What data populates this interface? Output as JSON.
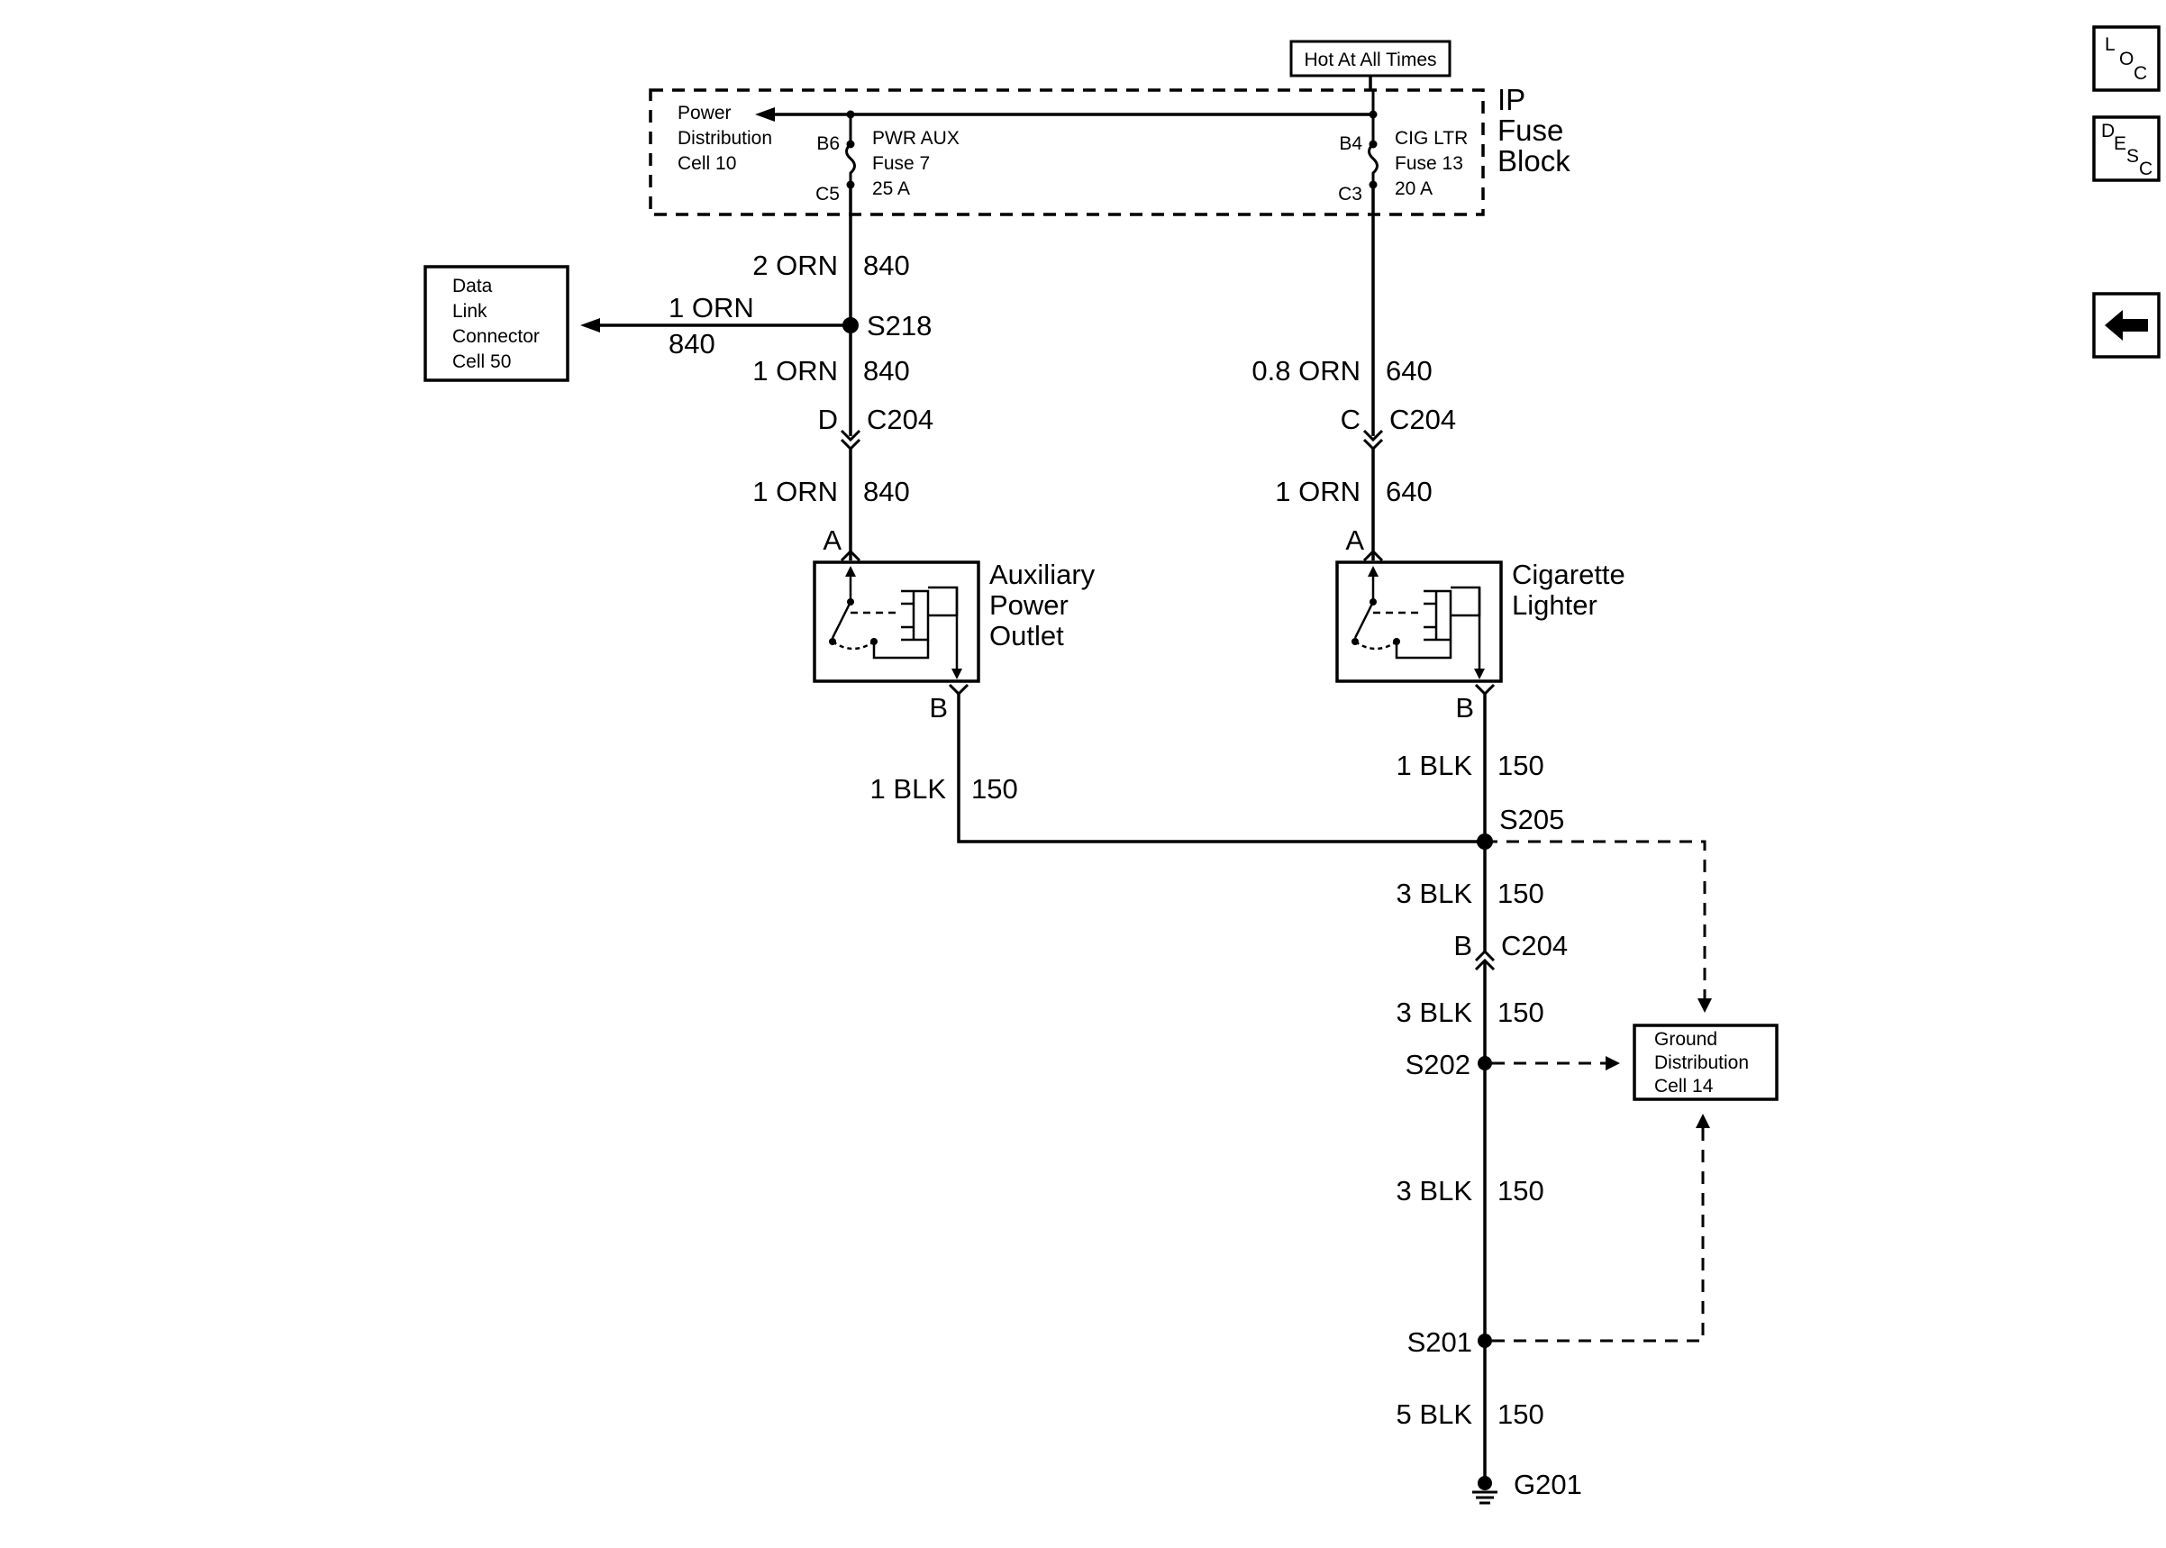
{
  "header": {
    "hot_label": "Hot At All Times"
  },
  "fuse_block": {
    "name_lines": [
      "IP",
      "Fuse",
      "Block"
    ],
    "power_dist_lines": [
      "Power",
      "Distribution",
      "Cell 10"
    ],
    "fuse_left": {
      "in_pin": "B6",
      "out_pin": "C5",
      "lines": [
        "PWR AUX",
        "Fuse 7",
        "25 A"
      ]
    },
    "fuse_right": {
      "in_pin": "B4",
      "out_pin": "C3",
      "lines": [
        "CIG LTR",
        "Fuse 13",
        "20 A"
      ]
    }
  },
  "data_link": {
    "lines": [
      "Data",
      "Link",
      "Connector",
      "Cell 50"
    ],
    "wire_size": "1 ORN",
    "circuit": "840"
  },
  "left_branch": {
    "w1_size": "2 ORN",
    "w1_circuit": "840",
    "splice": "S218",
    "w2_size": "1 ORN",
    "w2_circuit": "840",
    "conn_pin": "D",
    "conn_name": "C204",
    "w3_size": "1 ORN",
    "w3_circuit": "840",
    "comp_pin_a": "A",
    "component_lines": [
      "Auxiliary",
      "Power",
      "Outlet"
    ],
    "comp_pin_b": "B",
    "gnd_size": "1 BLK",
    "gnd_circuit": "150"
  },
  "right_branch": {
    "w1_size": "0.8 ORN",
    "w1_circuit": "640",
    "conn_pin": "C",
    "conn_name": "C204",
    "w2_size": "1 ORN",
    "w2_circuit": "640",
    "comp_pin_a": "A",
    "component_lines": [
      "Cigarette",
      "Lighter"
    ],
    "comp_pin_b": "B",
    "gnd_size": "1 BLK",
    "gnd_circuit": "150"
  },
  "ground_path": {
    "s205": "S205",
    "w1_size": "3 BLK",
    "w1_circuit": "150",
    "conn_pin": "B",
    "conn_name": "C204",
    "w2_size": "3 BLK",
    "w2_circuit": "150",
    "s202": "S202",
    "w3_size": "3 BLK",
    "w3_circuit": "150",
    "s201": "S201",
    "w4_size": "5 BLK",
    "w4_circuit": "150",
    "ground": "G201"
  },
  "ground_dist": {
    "lines": [
      "Ground",
      "Distribution",
      "Cell 14"
    ]
  },
  "nav": {
    "loc_letters": [
      "L",
      "O",
      "C"
    ],
    "desc_letters": [
      "D",
      "E",
      "S",
      "C"
    ]
  }
}
